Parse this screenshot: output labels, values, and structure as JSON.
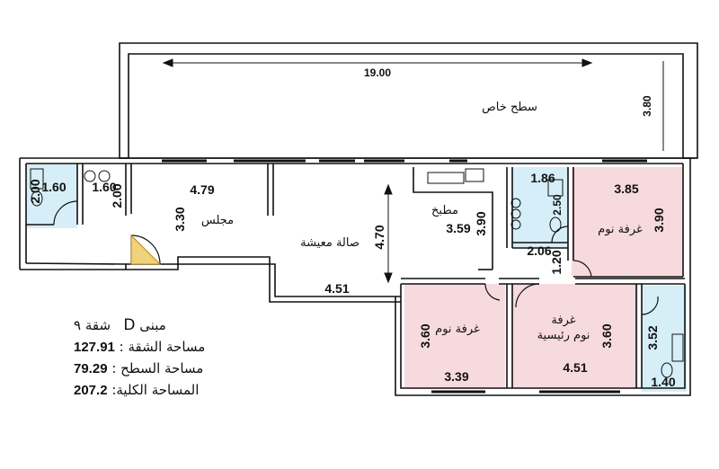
{
  "rooms": {
    "roof": "سطح خاص",
    "majlis": "مجلس",
    "living": "صالة معيشة",
    "kitchen": "مطبخ",
    "bedroom_right": "غرفة نوم",
    "bedroom_bottom": "غرفة نوم",
    "master_bedroom_line1": "غرفة",
    "master_bedroom_line2": "نوم رئيسية"
  },
  "dimensions": {
    "roof_length": "19.00",
    "roof_depth": "3.80",
    "wc_left_depth": "2.00",
    "wc_left_width": "1.60",
    "wc2_width": "1.60",
    "corridor_depth": "2.00",
    "majlis_width": "4.79",
    "majlis_depth": "3.30",
    "living_depth": "4.70",
    "living_width": "4.51",
    "kitchen_width": "3.59",
    "kitchen_depth": "3.90",
    "bath_top_width": "1.86",
    "bath_top_depth": "2.50",
    "lobby_width": "2.06",
    "lobby_depth": "1.20",
    "bed_right_width": "3.85",
    "bed_right_depth": "3.90",
    "bed_bottom_depth": "3.60",
    "bed_bottom_width": "3.39",
    "master_depth": "3.60",
    "master_width": "4.51",
    "bath_bottom_depth": "3.52",
    "bath_bottom_width": "1.40"
  },
  "info": {
    "building_label": "مبنى",
    "building_value": "D",
    "unit_label": "شقة",
    "unit_value": "٩",
    "apartment_area_label": "مساحة الشقة :",
    "apartment_area_value": "127.91",
    "roof_area_label": "مساحة السطح :",
    "roof_area_value": "79.29",
    "total_area_label": "المساحة الكلية:",
    "total_area_value": "207.2"
  },
  "colors": {
    "bath": "#d6eef8",
    "bedroom": "#f6dadd",
    "wall": "#111111"
  }
}
